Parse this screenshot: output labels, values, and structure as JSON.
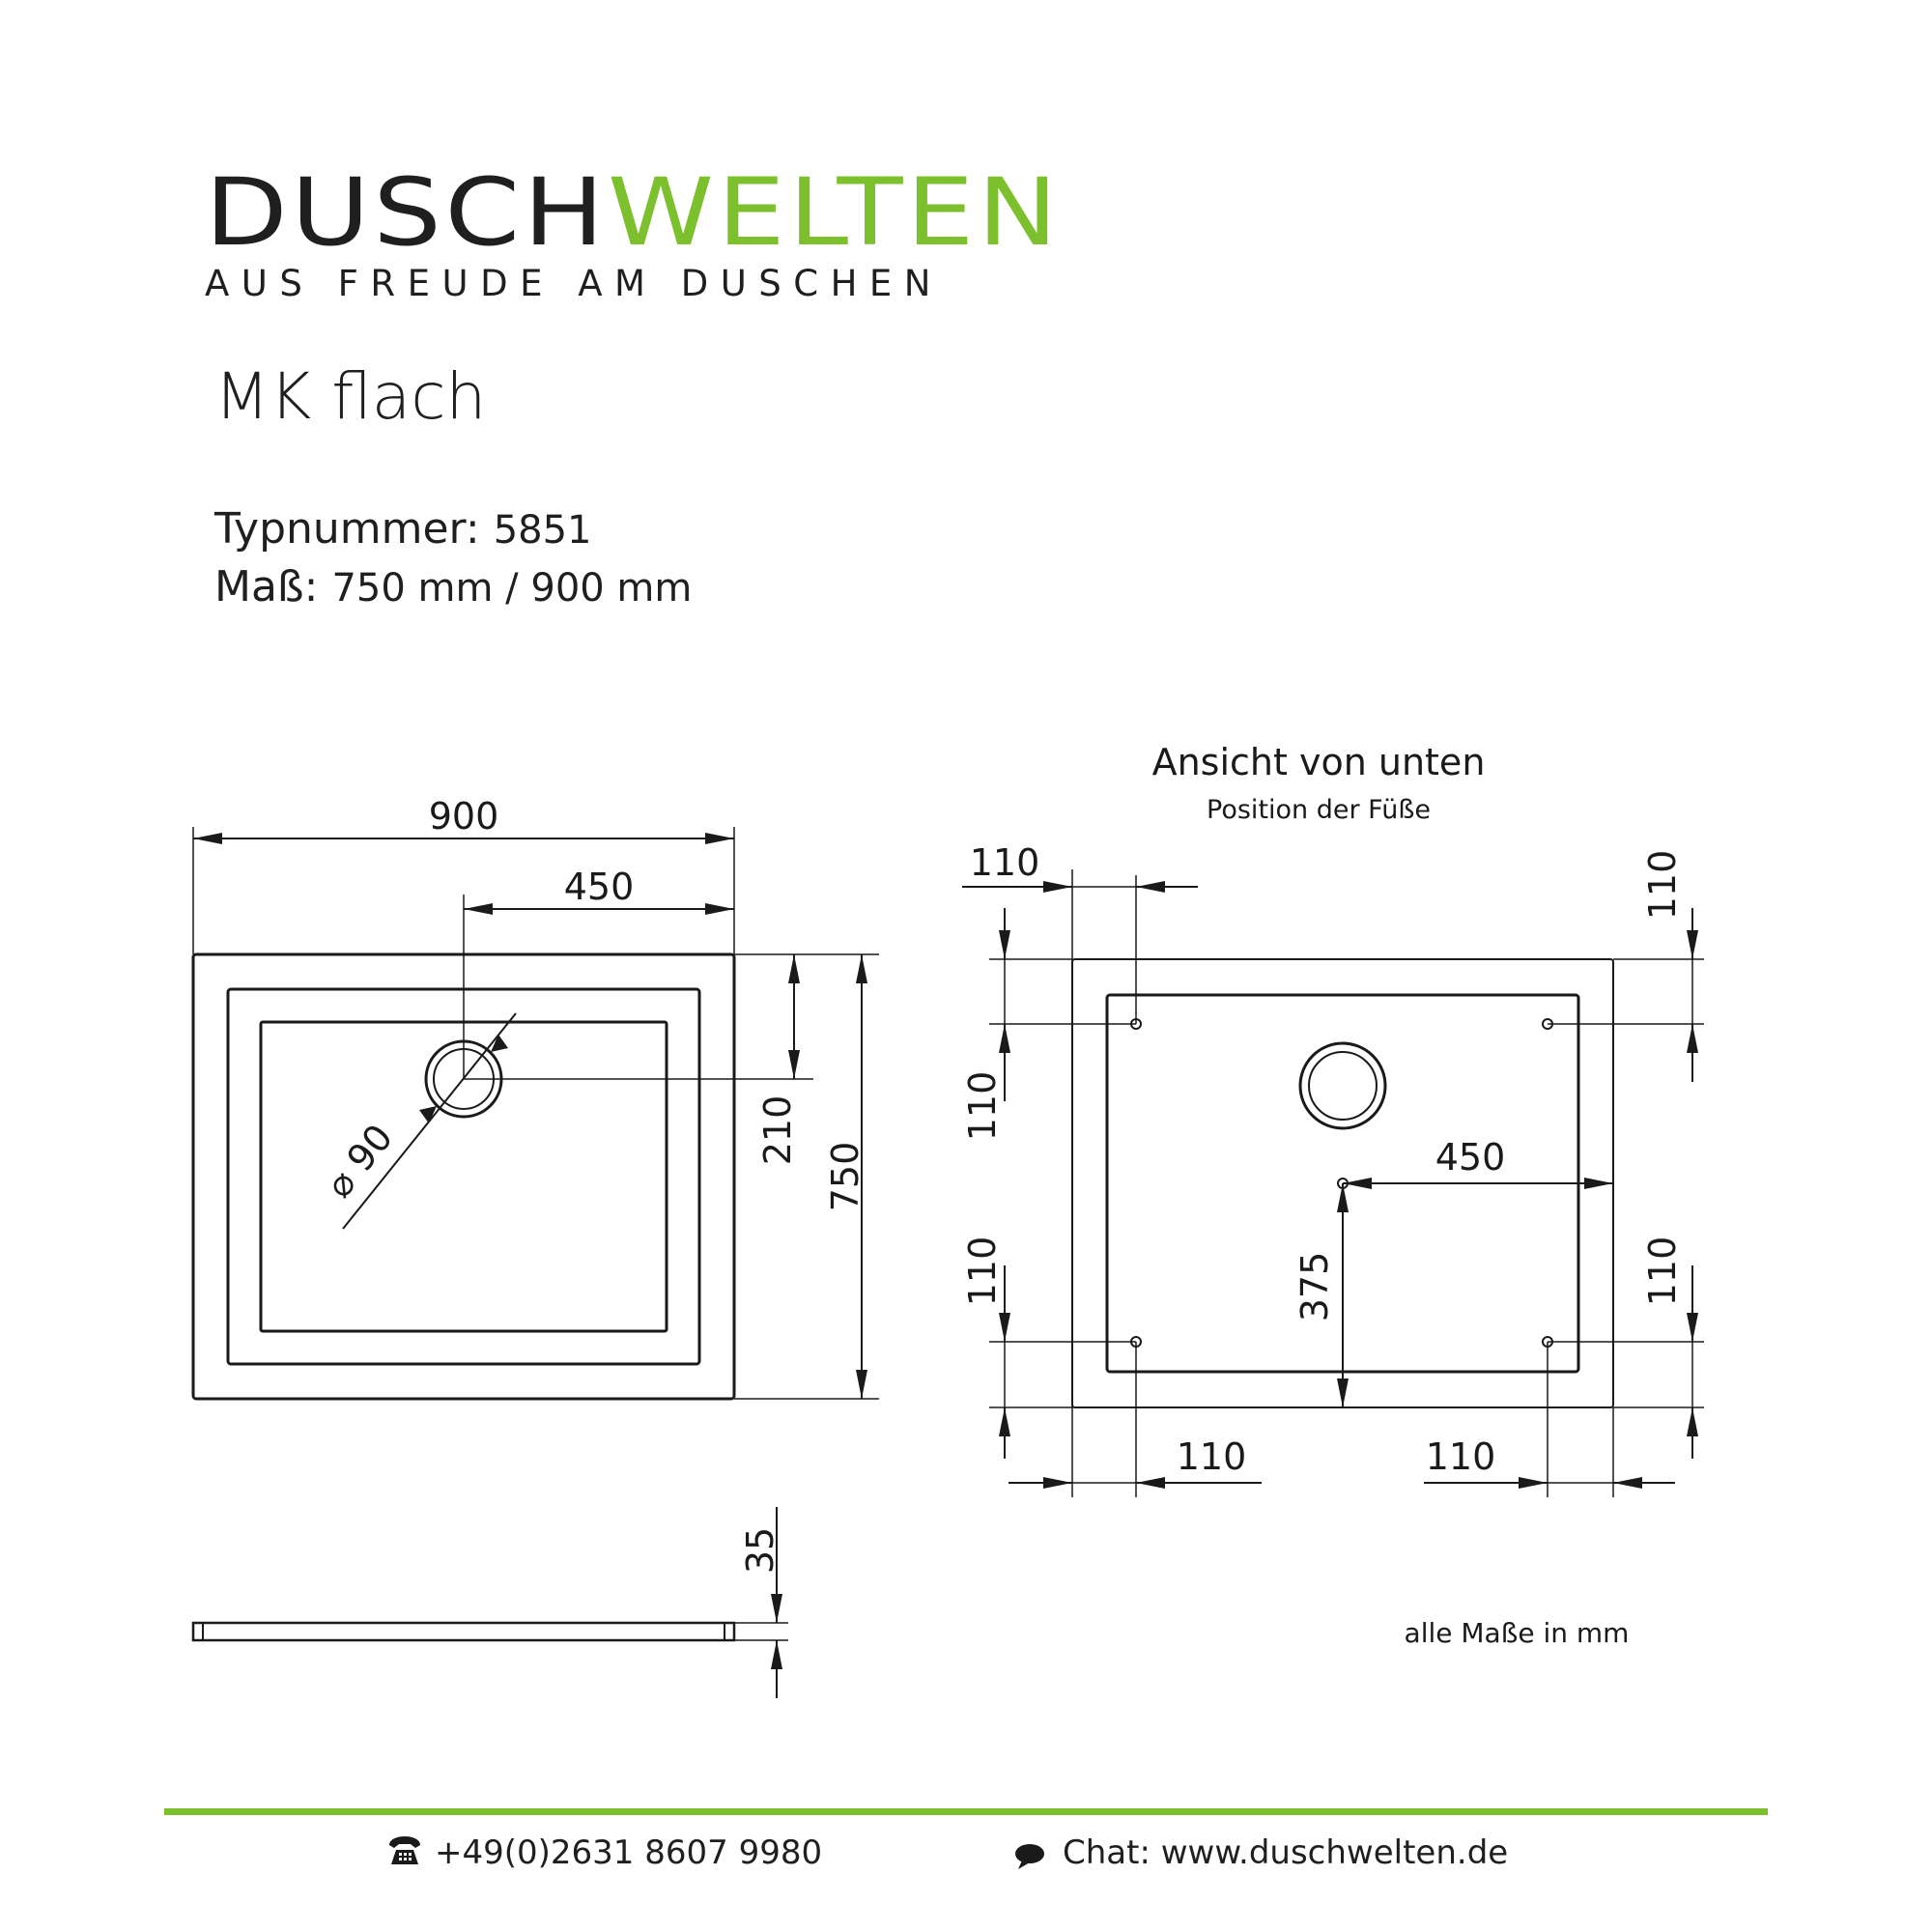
{
  "brand": {
    "name_dark": "DUSCH",
    "name_green": "WELTEN",
    "tagline": "AUS FREUDE AM DUSCHEN",
    "colors": {
      "dark": "#1f1f1f",
      "green": "#7cc02e"
    }
  },
  "product": {
    "name": "MK flach",
    "type_label": "Typnummer:",
    "type_value": "5851",
    "size_label": "Maß:",
    "size_value": "750 mm / 900 mm"
  },
  "drawing": {
    "top_view": {
      "width": "900",
      "drain_offset_x": "450",
      "drain_offset_y": "210",
      "length": "750",
      "drain_diameter": "90"
    },
    "side_view": {
      "height": "35"
    },
    "bottom_view": {
      "title": "Ansicht von unten",
      "subtitle": "Position der Füße",
      "foot_inset_top_left_x": "110",
      "foot_inset_top_right_y": "110",
      "foot_inset_left_top_y": "110",
      "foot_inset_left_bottom_y": "110",
      "foot_inset_right_bottom_y": "110",
      "foot_inset_bottom_left_x": "110",
      "foot_inset_bottom_right_x": "110",
      "center_offset_x": "450",
      "center_offset_y": "375"
    },
    "units_note": "alle Maße in mm"
  },
  "footer": {
    "phone_icon": "phone-icon",
    "phone": "+49(0)2631 8607 9980",
    "chat_icon": "chat-bubble-icon",
    "chat": "Chat: www.duschwelten.de"
  }
}
